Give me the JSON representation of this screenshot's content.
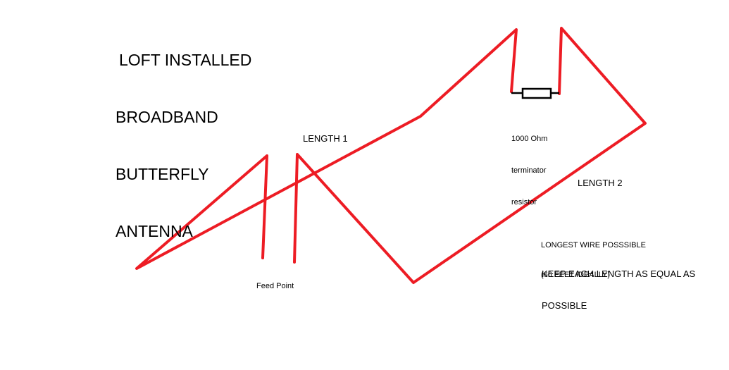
{
  "title_lines": [
    "LOFT INSTALLED",
    "BROADBAND",
    "BUTTERFLY",
    "ANTENNA"
  ],
  "labels": {
    "length1": "LENGTH 1",
    "length2": "LENGTH 2",
    "resistor": [
      "1000 Ohm",
      "terminator",
      "resistor"
    ],
    "feed_point": "Feed Point",
    "longest_wire": [
      "LONGEST WIRE POSSSIBLE",
      "(66 FEET IDEALLY)"
    ],
    "keep_equal": [
      "KEEP EACH LENGTH AS EQUAL AS",
      "POSSIBLE"
    ]
  },
  "colors": {
    "wire": "#ed1c24",
    "resistor": "#000000",
    "background": "#ffffff"
  }
}
